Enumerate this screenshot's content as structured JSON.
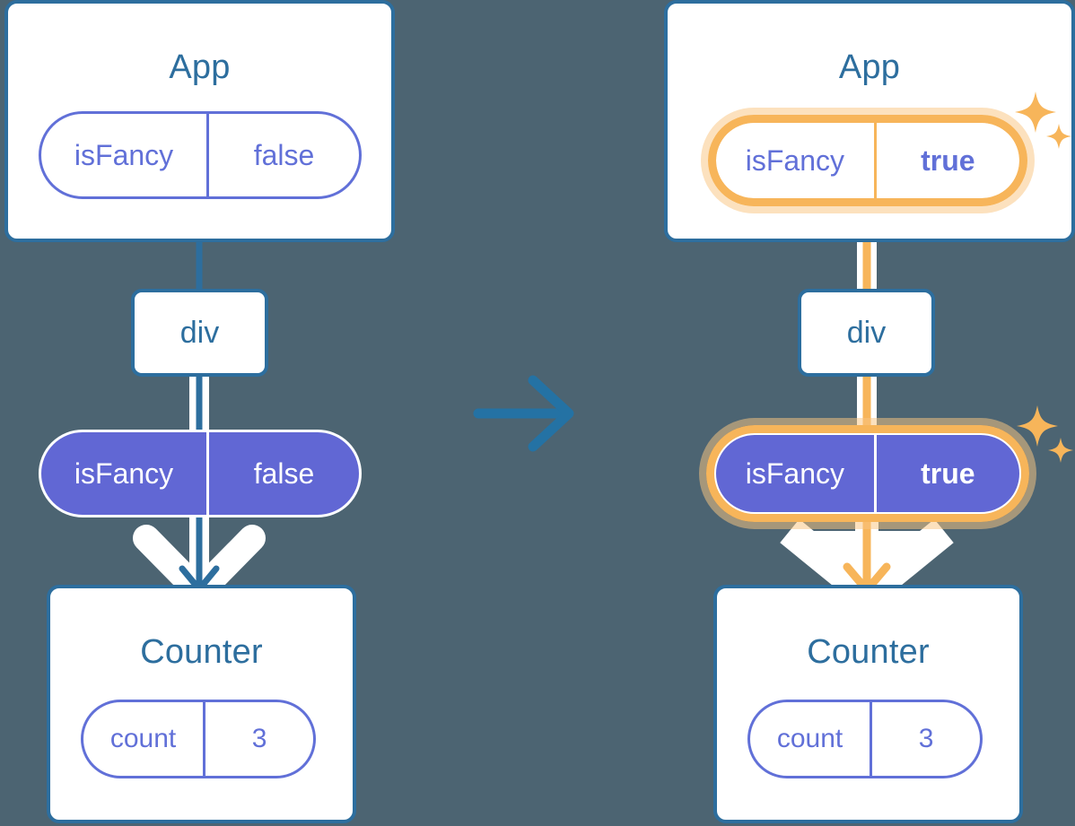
{
  "diagram": {
    "title": "React state update propagation diagram",
    "background_color": "#4c6472",
    "colors": {
      "card_border": "#2d6e9e",
      "card_title_text": "#2d6e9e",
      "pill_outline": "#6170d8",
      "pill_filled": "#6167d4",
      "pill_filled_text": "#ffffff",
      "highlight_ring": "#f7b55a",
      "highlight_glow": "#fadfae",
      "connector_blue": "#2d6e9e",
      "connector_white": "#ffffff",
      "transition_arrow": "#2472a4",
      "sparkle": "#f7b55a"
    }
  },
  "before": {
    "app_card": {
      "title": "App"
    },
    "app_state_pill": {
      "name": "isFancy",
      "value": "false",
      "highlighted": false
    },
    "div_node": {
      "label": "div"
    },
    "props_pill": {
      "name": "isFancy",
      "value": "false",
      "highlighted": false
    },
    "counter_card": {
      "title": "Counter"
    },
    "counter_state_pill": {
      "name": "count",
      "value": "3",
      "highlighted": false
    }
  },
  "transition": {
    "icon": "right-arrow-icon"
  },
  "after": {
    "app_card": {
      "title": "App"
    },
    "app_state_pill": {
      "name": "isFancy",
      "value": "true",
      "highlighted": true
    },
    "div_node": {
      "label": "div"
    },
    "props_pill": {
      "name": "isFancy",
      "value": "true",
      "highlighted": true
    },
    "counter_card": {
      "title": "Counter"
    },
    "counter_state_pill": {
      "name": "count",
      "value": "3",
      "highlighted": false
    },
    "sparkles": [
      {
        "name": "sparkle-app-pill"
      },
      {
        "name": "sparkle-props-pill"
      }
    ]
  }
}
